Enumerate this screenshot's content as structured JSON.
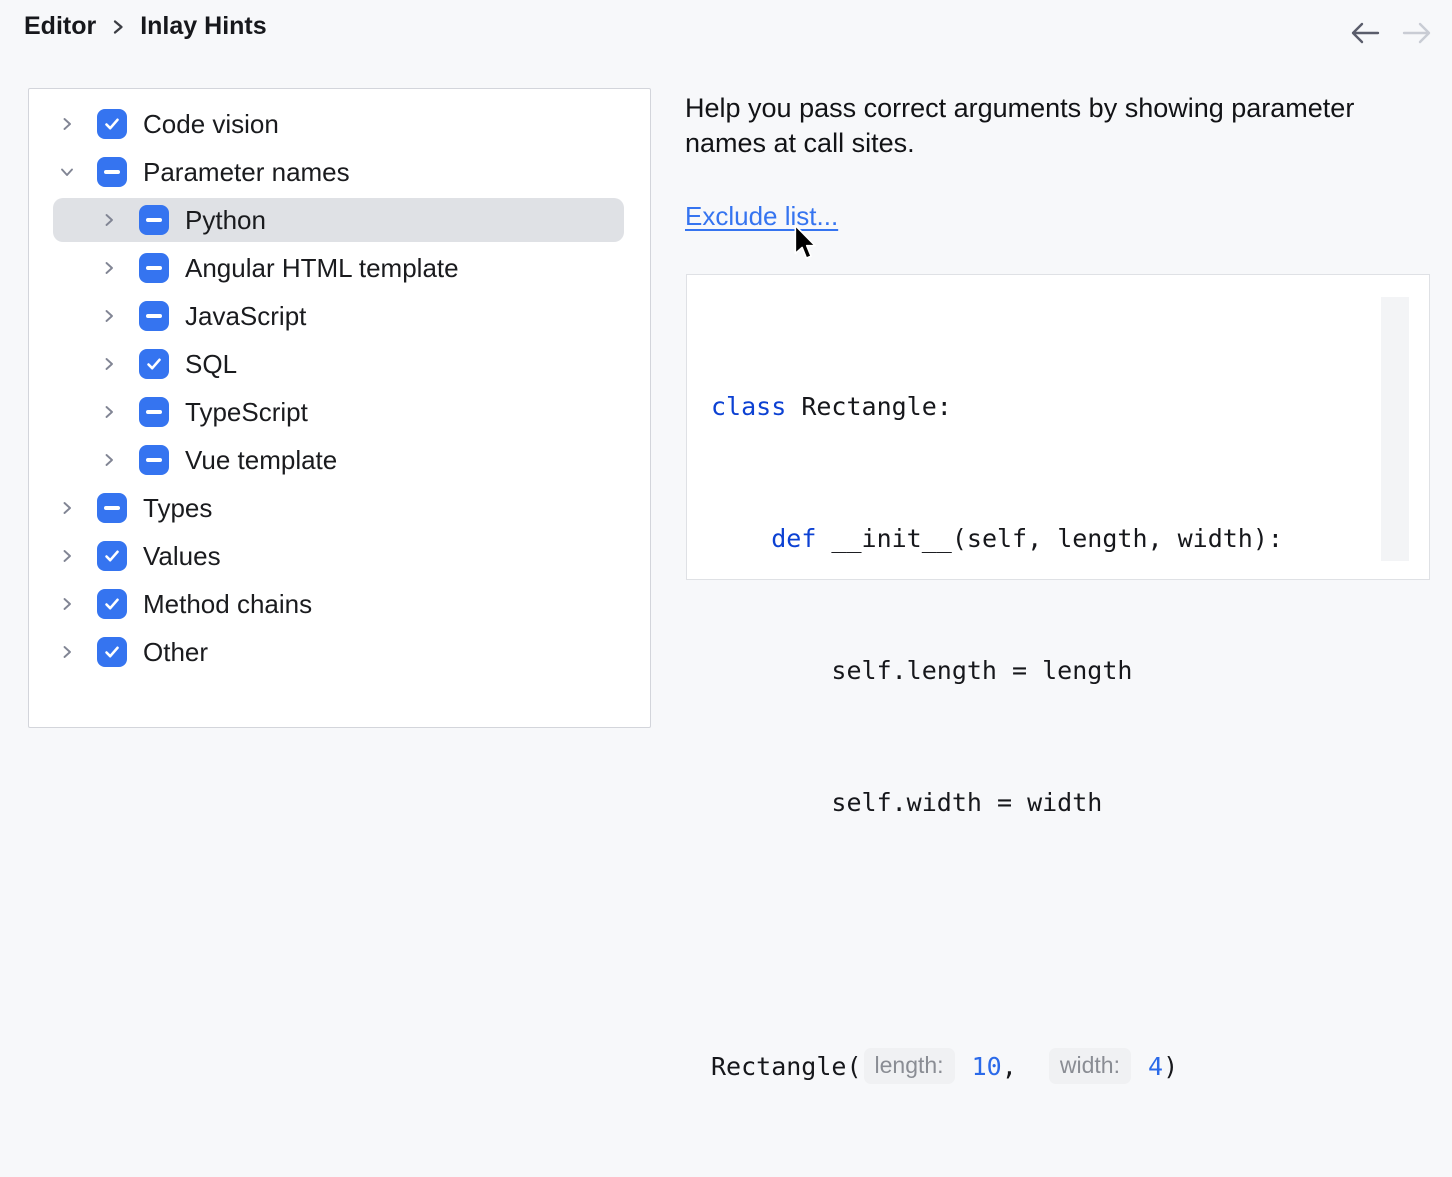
{
  "breadcrumb": {
    "items": [
      "Editor",
      "Inlay Hints"
    ]
  },
  "tree": {
    "items": [
      {
        "label": "Code vision",
        "state": "checked",
        "expanded": false,
        "level": 0,
        "selected": false
      },
      {
        "label": "Parameter names",
        "state": "indeterminate",
        "expanded": true,
        "level": 0,
        "selected": false
      },
      {
        "label": "Python",
        "state": "indeterminate",
        "expanded": false,
        "level": 1,
        "selected": true
      },
      {
        "label": "Angular HTML template",
        "state": "indeterminate",
        "expanded": false,
        "level": 1,
        "selected": false
      },
      {
        "label": "JavaScript",
        "state": "indeterminate",
        "expanded": false,
        "level": 1,
        "selected": false
      },
      {
        "label": "SQL",
        "state": "checked",
        "expanded": false,
        "level": 1,
        "selected": false
      },
      {
        "label": "TypeScript",
        "state": "indeterminate",
        "expanded": false,
        "level": 1,
        "selected": false
      },
      {
        "label": "Vue template",
        "state": "indeterminate",
        "expanded": false,
        "level": 1,
        "selected": false
      },
      {
        "label": "Types",
        "state": "indeterminate",
        "expanded": false,
        "level": 0,
        "selected": false
      },
      {
        "label": "Values",
        "state": "checked",
        "expanded": false,
        "level": 0,
        "selected": false
      },
      {
        "label": "Method chains",
        "state": "checked",
        "expanded": false,
        "level": 0,
        "selected": false
      },
      {
        "label": "Other",
        "state": "checked",
        "expanded": false,
        "level": 0,
        "selected": false
      }
    ]
  },
  "detail": {
    "description": "Help you pass correct arguments by showing parameter names at call sites.",
    "exclude_link": "Exclude list..."
  },
  "preview": {
    "lines": {
      "l1": {
        "kw": "class",
        "rest": " Rectangle:"
      },
      "l2": {
        "pre": "    ",
        "kw": "def",
        "rest": " __init__(self, length, width):"
      },
      "l3": {
        "text": "        self.length = length"
      },
      "l4": {
        "text": "        self.width = width"
      },
      "call": {
        "fn": "Rectangle(",
        "hint1": "length:",
        "arg1": " 10",
        "comma": ",  ",
        "hint2": "width:",
        "arg2": " 4",
        "close": ")"
      }
    }
  },
  "icons": {
    "back": "back-arrow-icon",
    "forward": "forward-arrow-icon",
    "chevron_right": "chevron-right-icon",
    "chevron_down": "chevron-down-icon",
    "checkmark": "checkmark-icon",
    "indeterminate": "indeterminate-dash-icon",
    "cursor": "mouse-pointer-icon"
  },
  "colors": {
    "page_bg": "#F7F8FA",
    "panel_bg": "#FFFFFF",
    "panel_border": "#D3D5DB",
    "checkbox_blue": "#3574F0",
    "selected_row_bg": "#DFE1E5",
    "link_blue": "#3574F0",
    "keyword_blue": "#0c41d3",
    "number_blue": "#2b6ae9",
    "inlay_hint_text": "#8a8d94",
    "inlay_hint_bg": "#F0F1F3",
    "back_arrow_enabled": "#5A5D6B",
    "forward_arrow_disabled": "#C9CCD4"
  }
}
